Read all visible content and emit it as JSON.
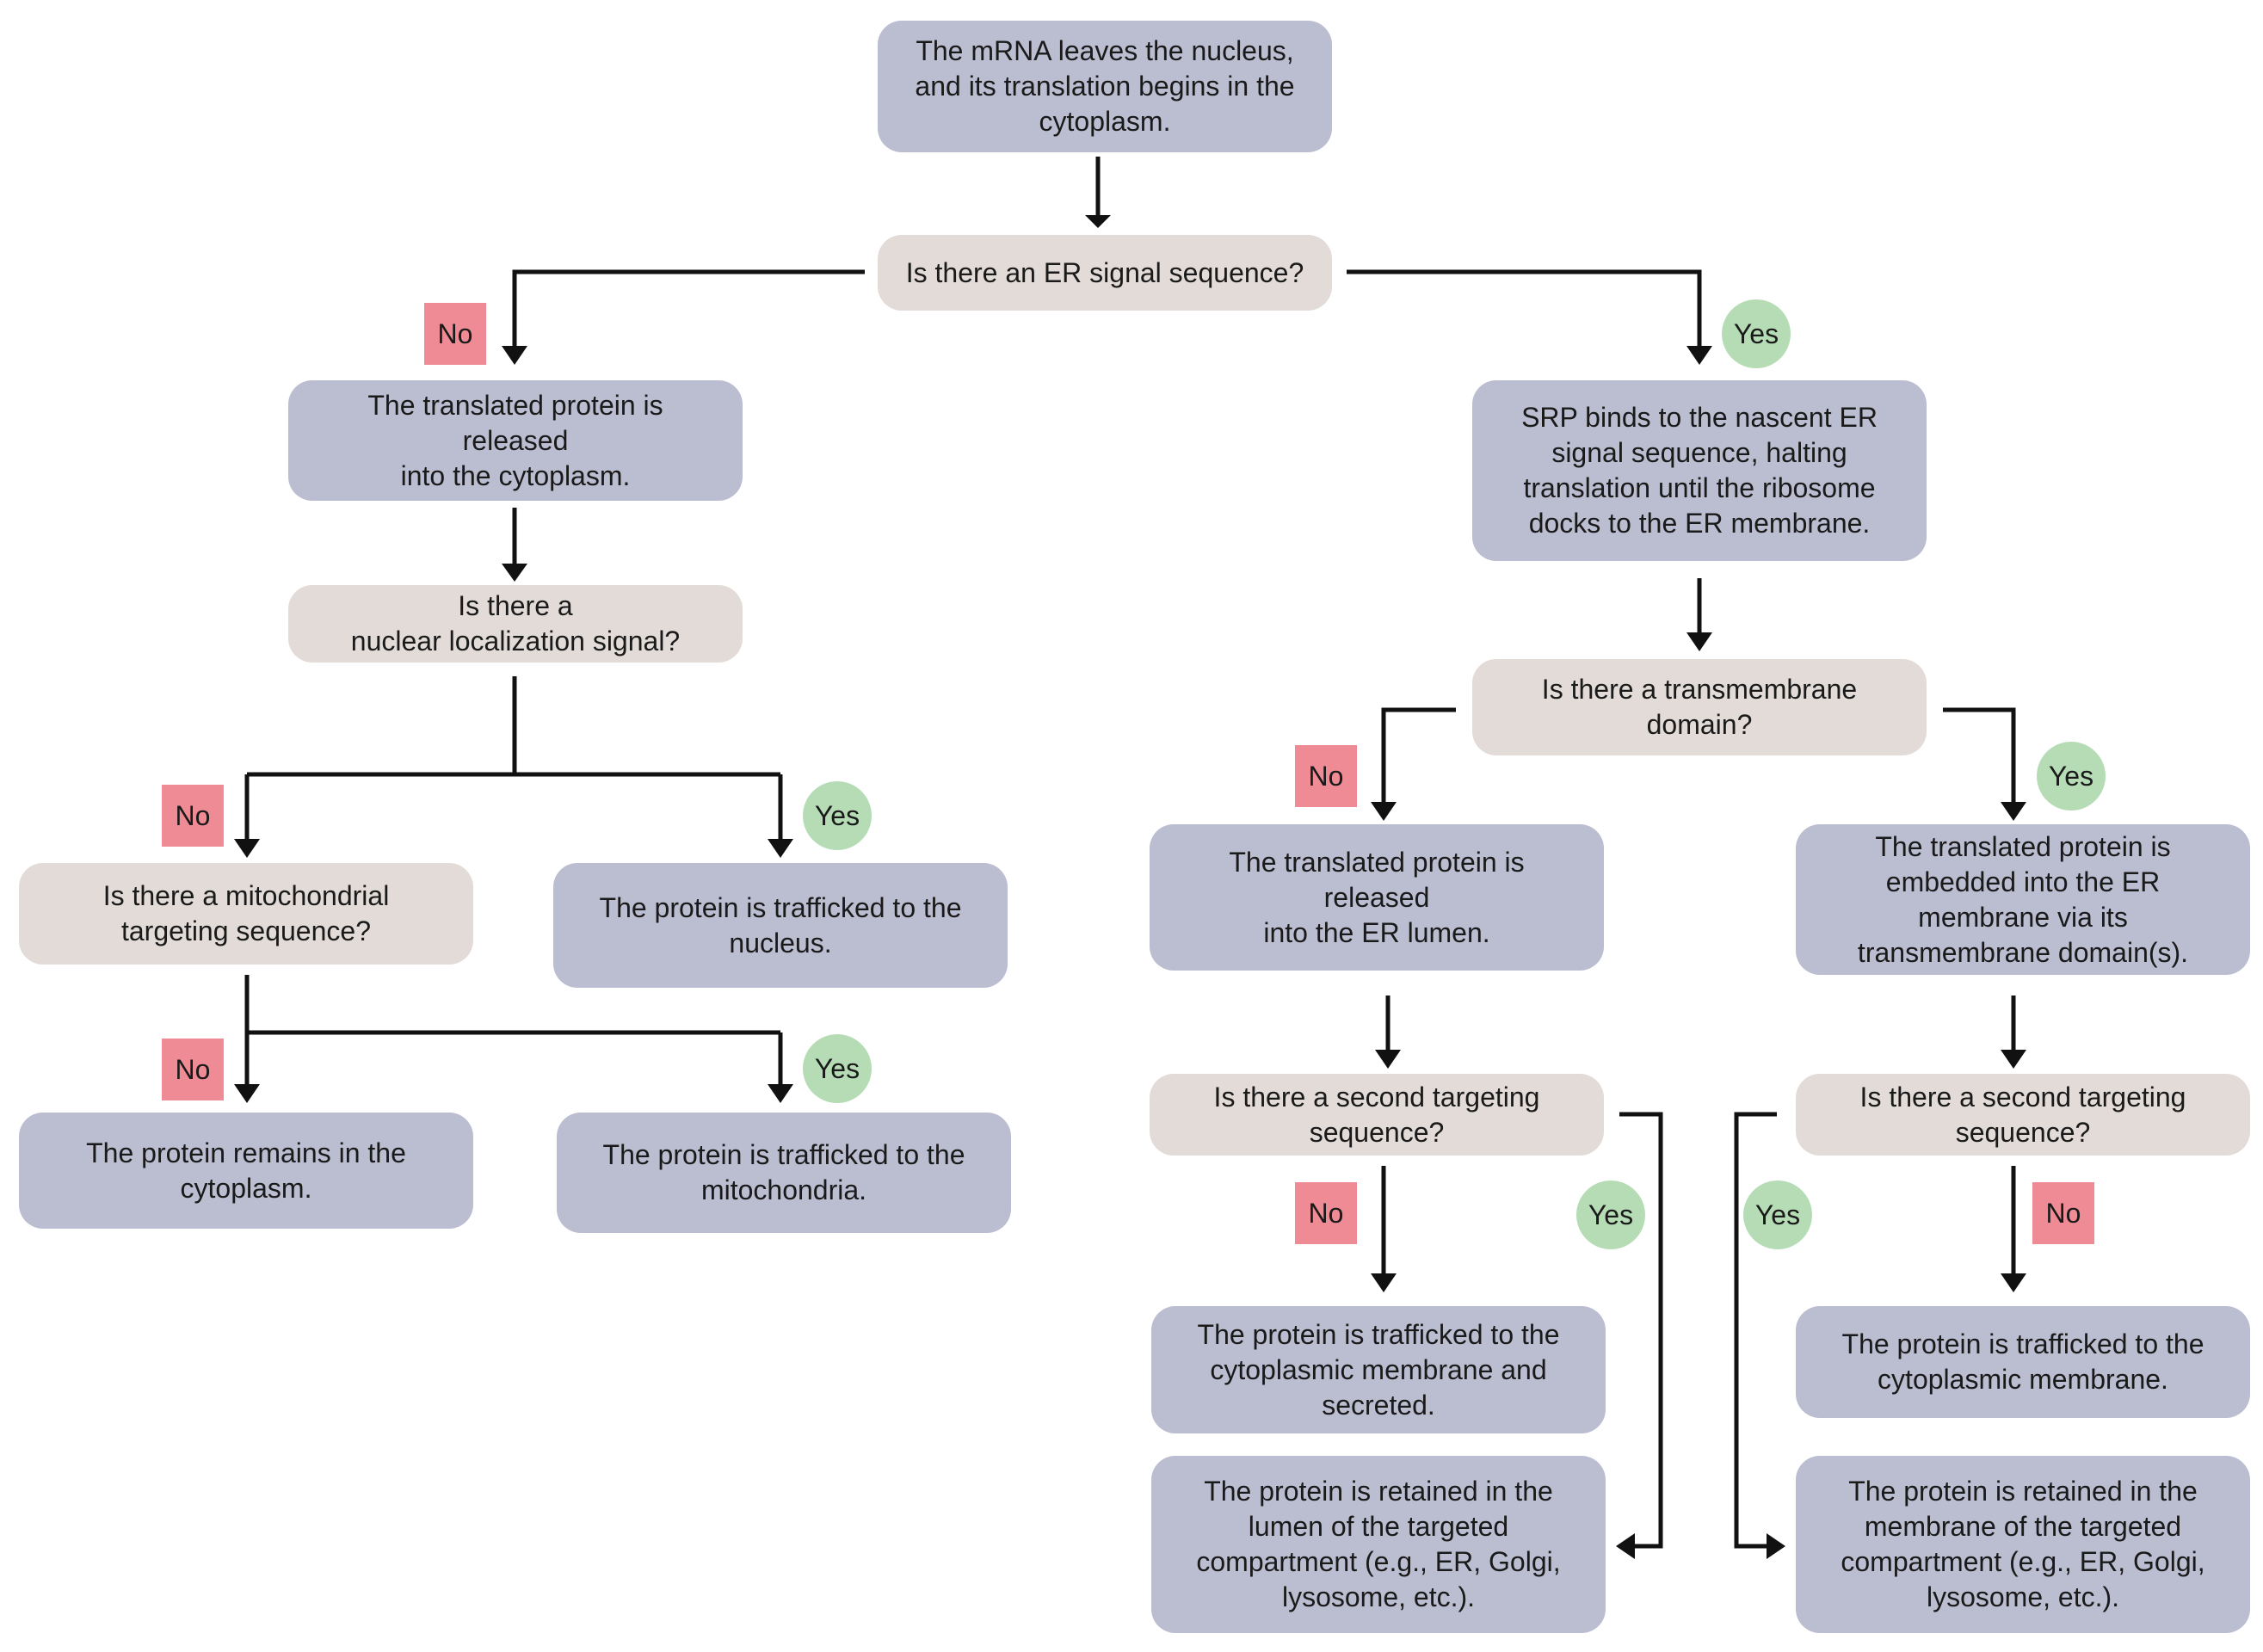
{
  "nodes": {
    "start": "The mRNA leaves the nucleus,\nand its translation begins in the\ncytoplasm.",
    "q_er_signal": "Is there an ER signal sequence?",
    "released_cytoplasm": "The translated protein is released\ninto the cytoplasm.",
    "q_nls": "Is there a\nnuclear localization signal?",
    "q_mito": "Is there a mitochondrial\ntargeting sequence?",
    "to_nucleus": "The protein is trafficked to the\nnucleus.",
    "remains_cytoplasm": "The protein remains in the\ncytoplasm.",
    "to_mito": "The protein is trafficked to the\nmitochondria.",
    "srp_binds": "SRP binds to the nascent ER\nsignal sequence, halting\ntranslation until the ribosome\ndocks to the ER membrane.",
    "q_tm": "Is there a transmembrane\ndomain?",
    "released_lumen": "The translated protein is released\ninto the ER lumen.",
    "embedded_membrane": "The translated protein is\nembedded into the ER\nmembrane via its\ntransmembrane domain(s).",
    "q_second_left": "Is there a second targeting\nsequence?",
    "q_second_right": "Is there a second targeting\nsequence?",
    "secreted": "The protein is trafficked to the\ncytoplasmic membrane and\nsecreted.",
    "retained_lumen": "The protein is retained in the\nlumen of the targeted\ncompartment (e.g., ER, Golgi,\nlysosome, etc.).",
    "to_cyto_membrane": "The protein is trafficked to the\ncytoplasmic membrane.",
    "retained_membrane": "The protein is retained in the\nmembrane of the targeted\ncompartment (e.g., ER, Golgi,\nlysosome, etc.)."
  },
  "labels": {
    "no": "No",
    "yes": "Yes"
  },
  "colors": {
    "action_box": "#bbbdd1",
    "question_box": "#e2dbd8",
    "no_badge": "#ee8b95",
    "yes_badge": "#b6dcb6",
    "arrow": "#111111"
  }
}
